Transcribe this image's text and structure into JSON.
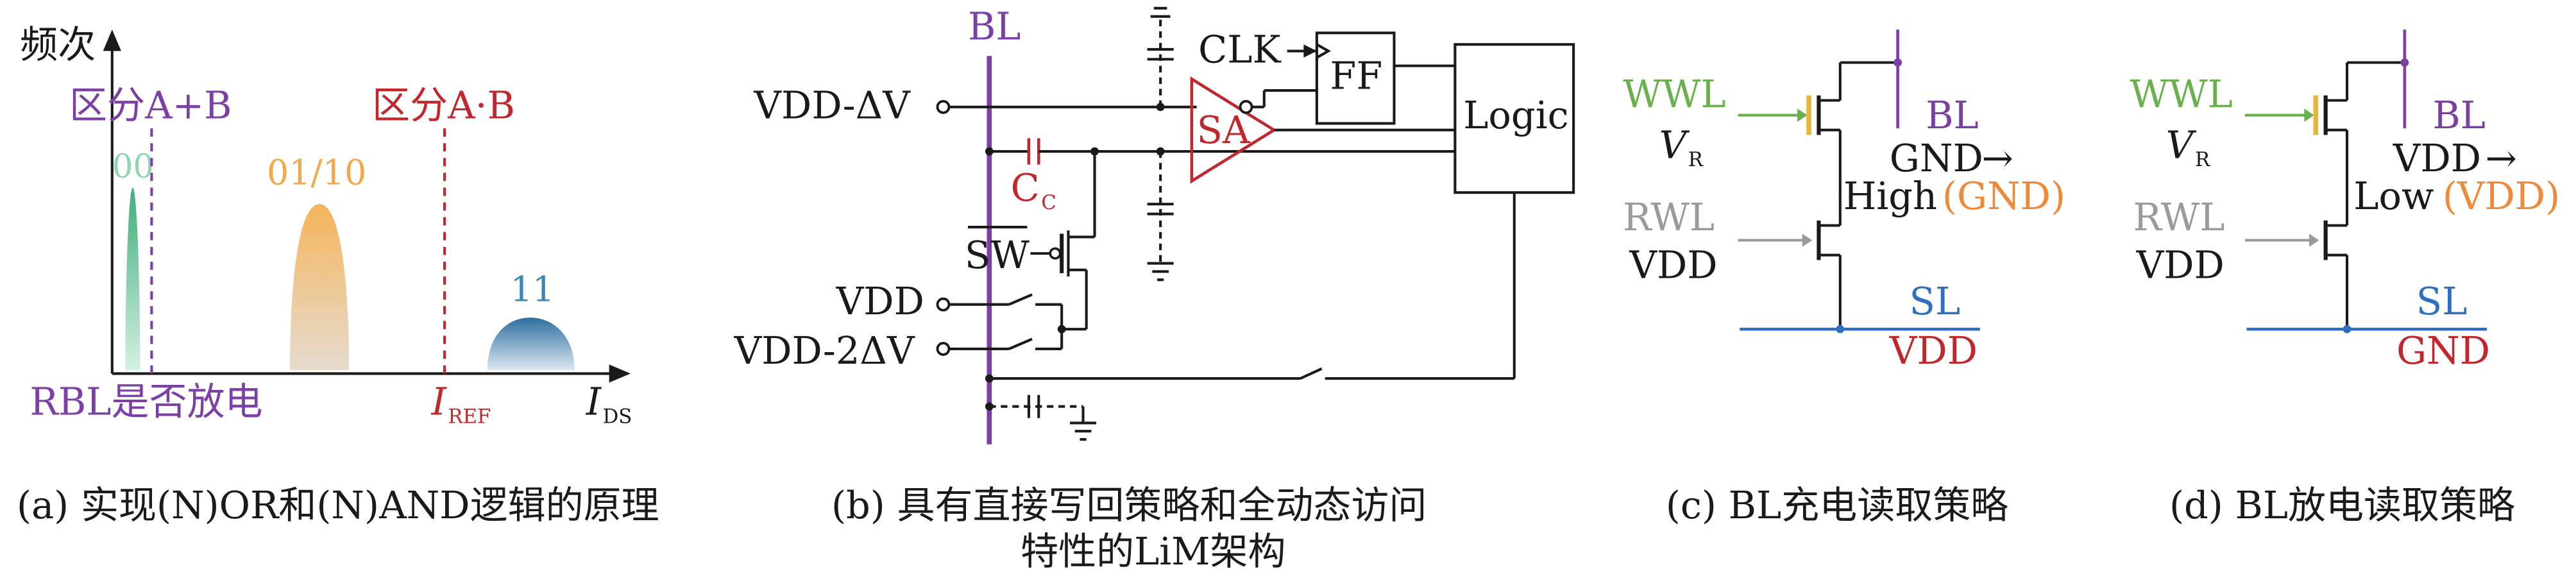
{
  "colors": {
    "black": "#1a1a1a",
    "purple": "#7b3fa6",
    "red": "#c0282d",
    "green": "#6ab04c",
    "orange": "#ee8a3a",
    "blue": "#2f6fbf",
    "gray": "#9a9a9a",
    "teal": "#4aaa9a"
  },
  "panel_a": {
    "y_axis_label": "频次",
    "x_axis_label_main": "I",
    "x_axis_label_sub": "DS",
    "label_or": "区分A+B",
    "label_and": "区分A·B",
    "state_00": "00",
    "state_01_10": "01/10",
    "state_11": "11",
    "rbl_label": "RBL是否放电",
    "iref_main": "I",
    "iref_sub": "REF",
    "caption": "(a) 实现(N)OR和(N)AND逻辑的原理"
  },
  "panel_b": {
    "bl": "BL",
    "vdd_minus_dv": "VDD-ΔV",
    "clk": "CLK",
    "ff": "FF",
    "logic": "Logic",
    "sa": "SA",
    "cc_main": "C",
    "cc_sub": "C",
    "sw": "SW",
    "vdd": "VDD",
    "vdd_minus_2dv": "VDD-2ΔV",
    "caption_line1": "(b) 具有直接写回策略和全动态访问",
    "caption_line2": "特性的LiM架构"
  },
  "panel_c": {
    "wwl": "WWL",
    "vr_main": "V",
    "vr_sub": "R",
    "bl": "BL",
    "bl_state": "GND",
    "node_state": "High",
    "node_paren": "(GND)",
    "rwl": "RWL",
    "rwl_voltage": "VDD",
    "sl": "SL",
    "sl_voltage": "VDD",
    "caption": "(c) BL充电读取策略"
  },
  "panel_d": {
    "wwl": "WWL",
    "vr_main": "V",
    "vr_sub": "R",
    "bl": "BL",
    "bl_state": "VDD",
    "node_state": "Low",
    "node_paren": "(VDD)",
    "rwl": "RWL",
    "rwl_voltage": "VDD",
    "sl": "SL",
    "sl_voltage": "GND",
    "caption": "(d) BL放电读取策略"
  }
}
